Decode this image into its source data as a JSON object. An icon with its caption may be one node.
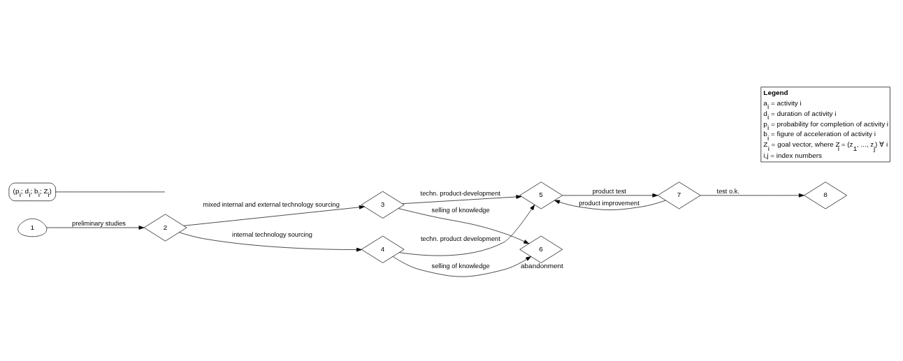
{
  "diagram": {
    "nodes": [
      {
        "text": [
          "1"
        ]
      },
      {
        "text": [
          "2"
        ]
      },
      {
        "text": [
          "3"
        ]
      },
      {
        "text": [
          "4"
        ]
      },
      {
        "text": [
          "5"
        ]
      },
      {
        "text": [
          "6"
        ],
        "beside": [
          "abandonment"
        ]
      },
      {
        "text": [
          "7"
        ]
      },
      {
        "text": [
          "8"
        ]
      },
      {
        "text": [
          "(p$_{i}$; d$_{i}$; b$_{i}$; Z$_{i}$)"
        ]
      }
    ],
    "edges": [
      {
        "from": 0,
        "to": 1,
        "arrow": "to",
        "label": "preliminary studies"
      },
      {
        "from": 1,
        "to": 2,
        "arrow": "to",
        "label": "mixed internal and external technology sourcing"
      },
      {
        "from": 1,
        "to": 3,
        "arrow": "to",
        "label": "internal technology sourcing"
      },
      {
        "from": 2,
        "to": 4,
        "arrow": "to",
        "label": "techn. product-development"
      },
      {
        "from": 2,
        "to": 5,
        "arrow": "to",
        "label": "selling of knowledge"
      },
      {
        "from": 3,
        "to": 4,
        "arrow": "to",
        "label": "techn. product development"
      },
      {
        "from": 3,
        "to": 5,
        "arrow": "to",
        "label": "selling of knowledge"
      },
      {
        "from": 4,
        "to": 6,
        "arrow": "to",
        "label": "product test"
      },
      {
        "from": 6,
        "to": 7,
        "arrow": "to",
        "label": "test o.k."
      },
      {
        "from": 6,
        "to": 4,
        "arrow": "to",
        "label": "product improvement"
      },
      {
        "from": 8,
        "to": null,
        "arrow": "none"
      }
    ],
    "labels": [
      "Legend",
      "a$_{i}$ = activity i",
      "d$_{i}$ = duration of activity i",
      "p$_{i}$ = probability for completion of activity i",
      "b$_{i}$ = figure of acceleration of activity i",
      "Z$_{i}$ = goal vector, where Z$_{i}$ = (z$_{1}$, ..., z$_{j}$) ∀ i",
      "i,j = index numbers"
    ]
  }
}
